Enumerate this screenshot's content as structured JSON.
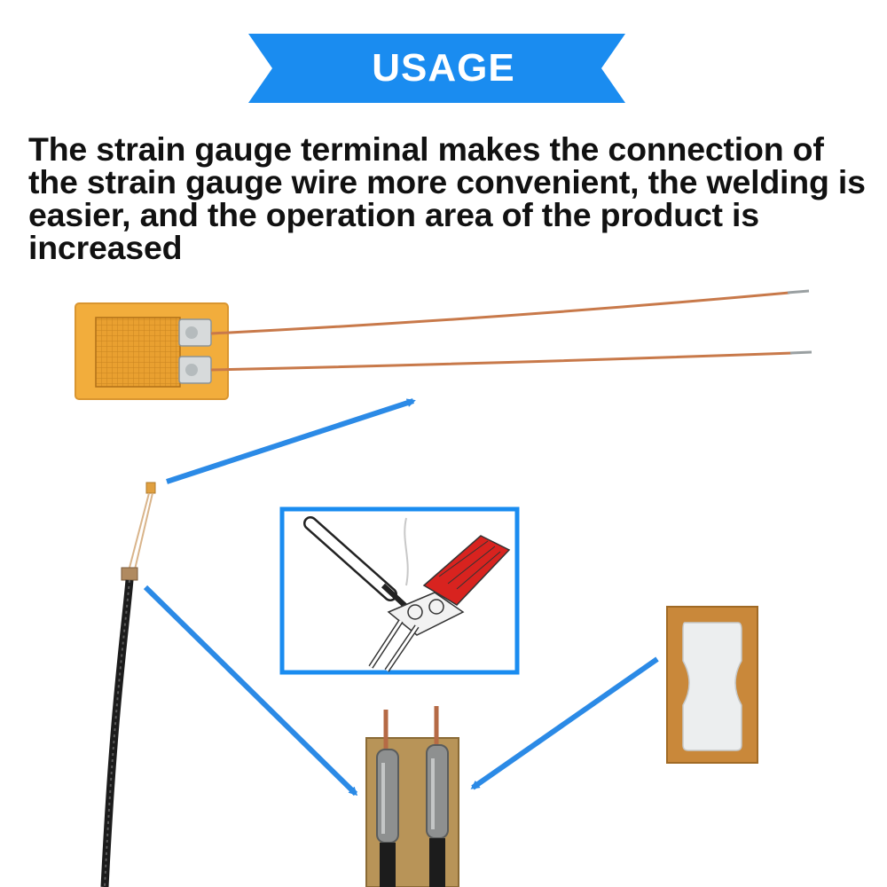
{
  "banner": {
    "label": "USAGE",
    "color": "#1a8cf0"
  },
  "description": "The strain gauge terminal makes the connection of the strain gauge wire more convenient, the welding is easier, and the operation area of the product is increased",
  "colors": {
    "accent": "#1a8cf0",
    "arrow": "#2b8ae6",
    "gauge_foil": "#f2ad3c",
    "terminal_pad": "#c9883a",
    "solder": "#8e9090"
  },
  "icons": [
    "strain-gauge-photo",
    "soldering-diagram",
    "terminal-pad-photo",
    "soldered-terminal-photo",
    "arrow-icon"
  ]
}
